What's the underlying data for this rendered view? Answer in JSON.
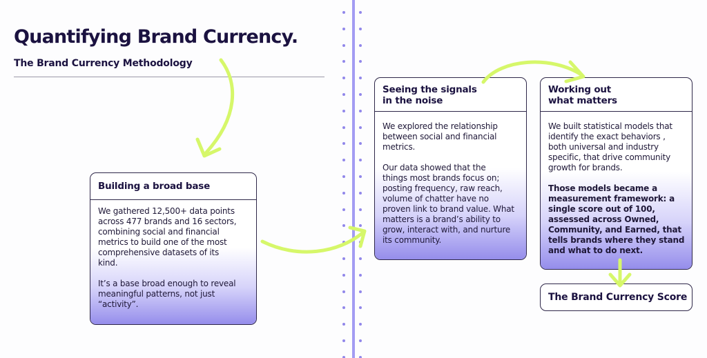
{
  "header": {
    "title": "Quantifying Brand Currency.",
    "subtitle": "The Brand Currency Methodology"
  },
  "steps": [
    {
      "heading": "Building a broad  base",
      "paragraphs": [
        "We gathered 12,500+ data points\nacross 477  brands and 16 sectors,\ncombining social and financial\nmetrics to build one of the most\ncomprehensive datasets of its\nkind.",
        "It’s a base broad enough to reveal\nmeaningful patterns,  not just\n“activity”."
      ]
    },
    {
      "heading": "Seeing the signals\nin the noise",
      "paragraphs": [
        "We explored the relationship\nbetween social and financial\nmetrics.",
        "Our data showed that the\nthings most brands focus on;\nposting frequency, raw reach,\nvolume of chatter have no\nproven link to brand value. What\nmatters is a brand’s ability to\ngrow, interact with, and nurture\nits community."
      ]
    },
    {
      "heading": "Working out\nwhat matters",
      "paragraphs": [
        "We built statistical models that\nidentify the exact behaviors ,\nboth universal and industry\nspecific, that drive community\ngrowth for brands.",
        "Those models became a\nmeasurement framework: a\nsingle score out of 100,\nassessed across Owned,\nCommunity, and Earned, that\ntells brands where they stand\nand what to do next."
      ]
    }
  ],
  "result": {
    "label": "The Brand Currency Score"
  },
  "colors": {
    "ink": "#1b1240",
    "arrow": "#d6f76a",
    "timeline": "#a39cf2",
    "gradient_end": "#948ceb"
  },
  "icons": [
    "curved-arrow-icon",
    "timeline-dots"
  ]
}
